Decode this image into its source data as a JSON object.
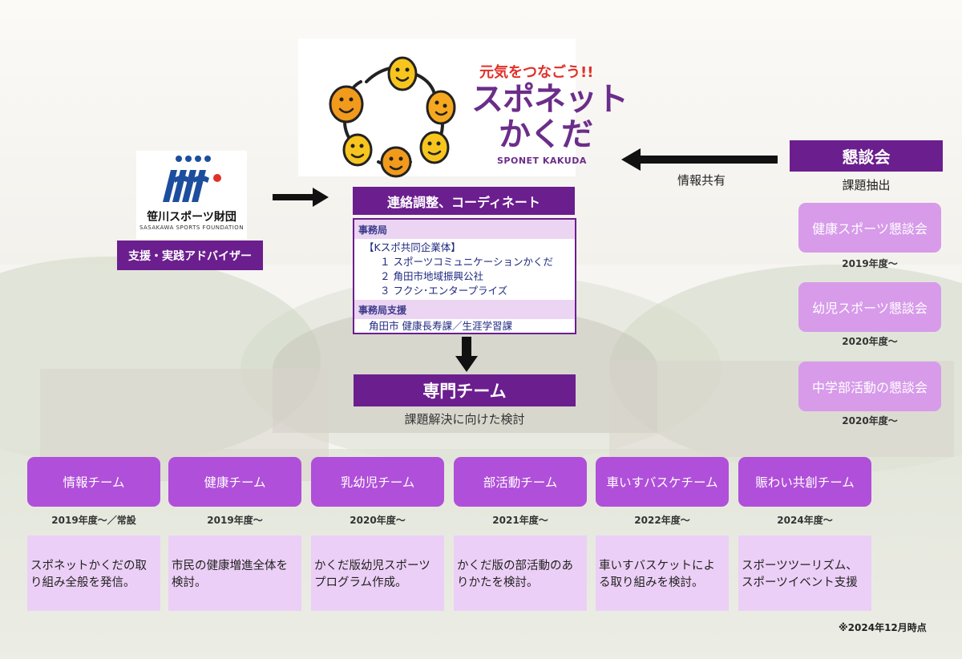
{
  "logo": {
    "tagline": "元気をつなごう!!",
    "name_line1": "スポネット",
    "name_line2": "かくだ",
    "name_en": "SPONET KAKUDA"
  },
  "sasakawa": {
    "name": "笹川スポーツ財団",
    "name_en": "SASAKAWA SPORTS FOUNDATION",
    "support": "支援・実践アドバイザー"
  },
  "coordination": {
    "title": "連絡調整、コーディネート",
    "office_label": "事務局",
    "consortium": "【Kスポ共同企業体】",
    "members": [
      "１ スポーツコミュニケーションかくだ",
      "２ 角田市地域振興公社",
      "３ フクシ･エンタープライズ"
    ],
    "support_label": "事務局支援",
    "support_text": "角田市 健康長寿課／生涯学習課"
  },
  "expert": {
    "title": "専門チーム",
    "subtitle": "課題解決に向けた検討"
  },
  "kondankai": {
    "title": "懇談会",
    "subtitle": "課題抽出",
    "share_label": "情報共有",
    "items": [
      {
        "label": "健康スポーツ懇談会",
        "year": "2019年度～"
      },
      {
        "label": "幼児スポーツ懇談会",
        "year": "2020年度～"
      },
      {
        "label": "中学部活動の懇談会",
        "year": "2020年度～"
      }
    ]
  },
  "teams": [
    {
      "label": "情報チーム",
      "year": "2019年度～／常設",
      "desc": "スポネットかくだの取り組み全般を発信。"
    },
    {
      "label": "健康チーム",
      "year": "2019年度～",
      "desc": "市民の健康増進全体を検討。"
    },
    {
      "label": "乳幼児チーム",
      "year": "2020年度～",
      "desc": "かくだ版幼児スポーツプログラム作成。"
    },
    {
      "label": "部活動チーム",
      "year": "2021年度～",
      "desc": "かくだ版の部活動のありかたを検討。"
    },
    {
      "label": "車いすバスケチーム",
      "year": "2022年度～",
      "desc": "車いすバスケットによる取り組みを検討。"
    },
    {
      "label": "賑わい共創チーム",
      "year": "2024年度～",
      "desc": "スポーツツーリズム、スポーツイベント支援"
    }
  ],
  "note": "※2024年12月時点",
  "colors": {
    "primary_purple": "#6b1e8e",
    "team_purple": "#b04fd9",
    "kondankai_pink": "#d79bea",
    "desc_lavender": "#eccff6",
    "tagline_red": "#e0312a"
  },
  "icons": [
    "smiling-faces-ring-icon",
    "sasakawa-logo-icon",
    "arrow-right-icon",
    "arrow-left-icon",
    "arrow-down-icon"
  ]
}
